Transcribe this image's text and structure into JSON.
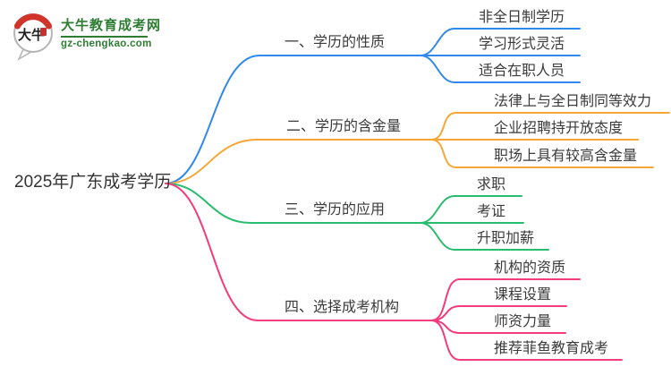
{
  "logo": {
    "title": "大牛教育成考网",
    "domain": "gz-chengkao.com",
    "icon_text": "大牛",
    "green": "#2e7d33",
    "red": "#d0342b"
  },
  "root": {
    "label": "2025年广东成考学历"
  },
  "branches": [
    {
      "label": "一、学历的性质",
      "color": "#2e88f0",
      "children": [
        {
          "label": "非全日制学历"
        },
        {
          "label": "学习形式灵活"
        },
        {
          "label": "适合在职人员"
        }
      ]
    },
    {
      "label": "二、学历的含金量",
      "color": "#f7a737",
      "children": [
        {
          "label": "法律上与全日制同等效力"
        },
        {
          "label": "企业招聘持开放态度"
        },
        {
          "label": "职场上具有较高含金量"
        }
      ]
    },
    {
      "label": "三、学历的应用",
      "color": "#27bd6d",
      "children": [
        {
          "label": "求职"
        },
        {
          "label": "考证"
        },
        {
          "label": "升职加薪"
        }
      ]
    },
    {
      "label": "四、选择成考机构",
      "color": "#f43b7d",
      "children": [
        {
          "label": "机构的资质"
        },
        {
          "label": "课程设置"
        },
        {
          "label": "师资力量"
        },
        {
          "label": "推荐菲鱼教育成考"
        }
      ]
    }
  ]
}
